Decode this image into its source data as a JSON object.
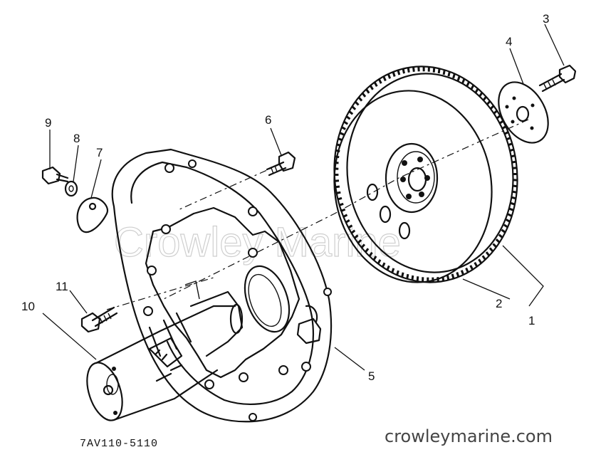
{
  "callouts": [
    {
      "id": "1",
      "label": "1"
    },
    {
      "id": "2",
      "label": "2"
    },
    {
      "id": "3",
      "label": "3"
    },
    {
      "id": "4",
      "label": "4"
    },
    {
      "id": "5",
      "label": "5"
    },
    {
      "id": "6",
      "label": "6"
    },
    {
      "id": "7",
      "label": "7"
    },
    {
      "id": "8",
      "label": "8"
    },
    {
      "id": "9",
      "label": "9"
    },
    {
      "id": "10",
      "label": "10"
    },
    {
      "id": "11",
      "label": "11"
    }
  ],
  "drawing_code": "7AV110-5110",
  "watermark": "Crowley Marine",
  "site_url": "crowleymarine.com",
  "colors": {
    "ink": "#111111",
    "watermark": "#cfcfcf",
    "site_text": "#444444"
  }
}
